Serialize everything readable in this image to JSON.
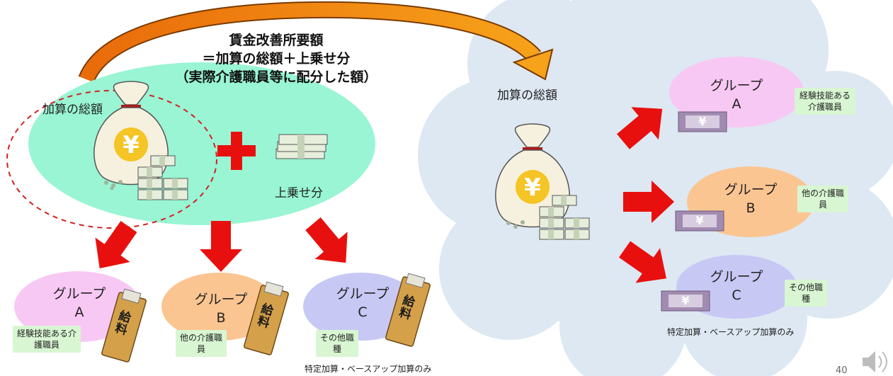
{
  "title": {
    "line1": "賃金改善所要額",
    "line2": "＝加算の総額＋上乗せ分",
    "line3": "（実際介護職員等に配分した額）"
  },
  "left": {
    "total_label": "加算の総額",
    "extra_label": "上乗せ分",
    "groups": [
      {
        "name": "グループ",
        "letter": "A",
        "tag": "経験技能ある介護職員",
        "color": "#f8c8f4"
      },
      {
        "name": "グループ",
        "letter": "B",
        "tag": "他の介護職員",
        "color": "#fbc591"
      },
      {
        "name": "グループ",
        "letter": "C",
        "tag": "その他職種",
        "color": "#c8c8f5"
      }
    ],
    "envelope_text": "給料",
    "note": "特定加算・ベースアップ加算のみ"
  },
  "right": {
    "total_label": "加算の総額",
    "groups": [
      {
        "name": "グループ",
        "letter": "A",
        "tag": "経験技能ある介護職員",
        "color": "#f8c8f4"
      },
      {
        "name": "グループ",
        "letter": "B",
        "tag": "他の介護職員",
        "color": "#fbc591"
      },
      {
        "name": "グループ",
        "letter": "C",
        "tag": "その他職種",
        "color": "#c8c8f5"
      }
    ],
    "note": "特定加算・ベースアップ加算のみ"
  },
  "yen_symbol": "¥",
  "page_number": "40",
  "colors": {
    "arrow": "#e8100e",
    "mint": "#99f5d4",
    "cloud": "#dde8f2",
    "curve": "#f29a16"
  }
}
